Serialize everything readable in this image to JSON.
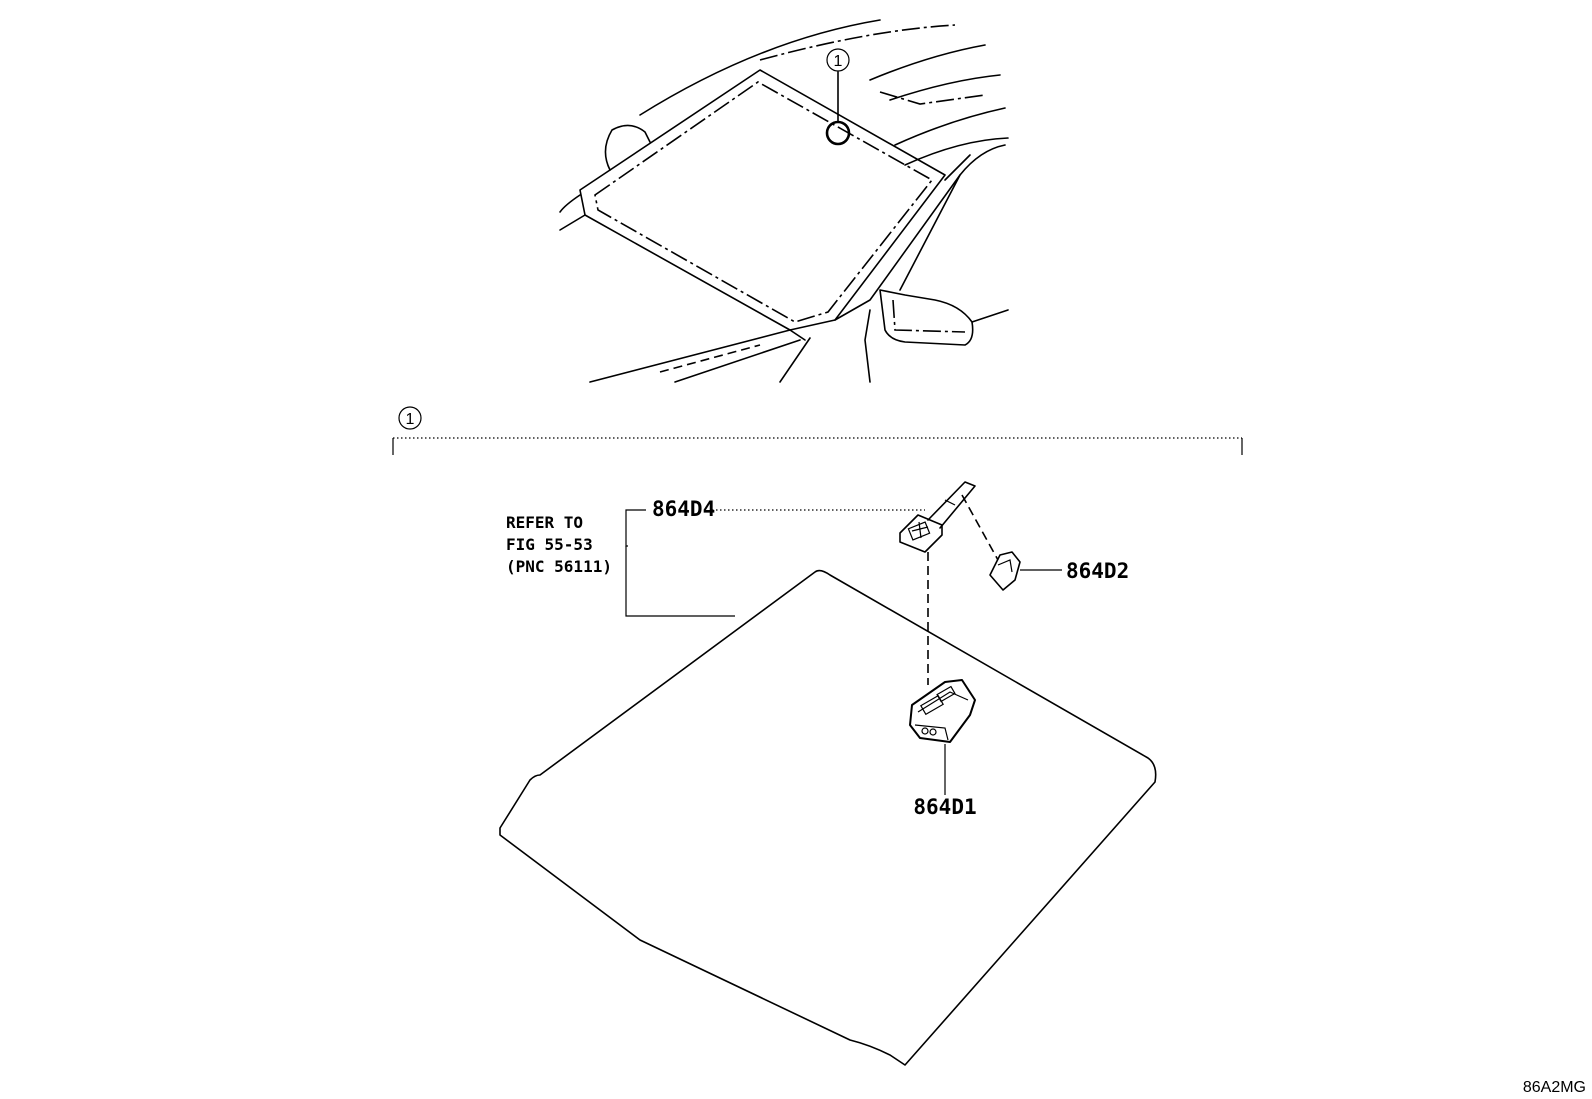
{
  "diagram": {
    "callout_index": "1",
    "refer_note": {
      "line1": "REFER TO",
      "line2": "FIG 55-53",
      "line3": "(PNC 56111)"
    },
    "parts": [
      {
        "id": "864D4",
        "label": "864D4"
      },
      {
        "id": "864D2",
        "label": "864D2"
      },
      {
        "id": "864D1",
        "label": "864D1"
      }
    ],
    "illustration_code": "86A2MG"
  }
}
